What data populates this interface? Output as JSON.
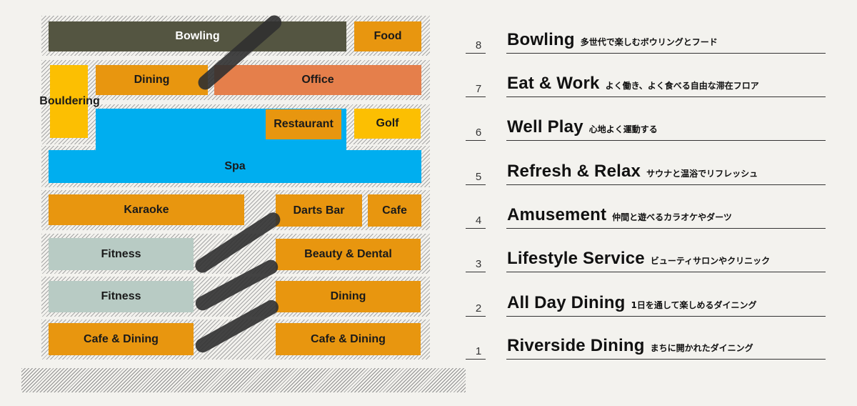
{
  "building": {
    "rooms": {
      "bowling": "Bowling",
      "food": "Food",
      "dining_7": "Dining",
      "office": "Office",
      "bouldering": "Bouldering",
      "restaurant": "Restaurant",
      "golf": "Golf",
      "spa": "Spa",
      "karaoke": "Karaoke",
      "darts_bar": "Darts Bar",
      "cafe": "Cafe",
      "fitness_3": "Fitness",
      "beauty_dental": "Beauty & Dental",
      "fitness_2": "Fitness",
      "dining_2": "Dining",
      "cafe_dining_left": "Cafe & Dining",
      "cafe_dining_right": "Cafe & Dining"
    },
    "colors": {
      "olive": "#545541",
      "orange": "#e8960f",
      "coral": "#e57f4b",
      "yellow": "#fcbf02",
      "blue": "#00aeef",
      "sage": "#b8cbc4"
    }
  },
  "floors": [
    {
      "num": "8",
      "name": "Bowling",
      "desc": "多世代で楽しむボウリングとフード"
    },
    {
      "num": "7",
      "name": "Eat & Work",
      "desc": "よく働き、よく食べる自由な滞在フロア"
    },
    {
      "num": "6",
      "name": "Well Play",
      "desc": "心地よく運動する"
    },
    {
      "num": "5",
      "name": "Refresh & Relax",
      "desc": "サウナと温浴でリフレッシュ"
    },
    {
      "num": "4",
      "name": "Amusement",
      "desc": "仲間と遊べるカラオケやダーツ"
    },
    {
      "num": "3",
      "name": "Lifestyle Service",
      "desc": "ビューティサロンやクリニック"
    },
    {
      "num": "2",
      "name": "All Day Dining",
      "desc": "1日を通して楽しめるダイニング"
    },
    {
      "num": "1",
      "name": "Riverside Dining",
      "desc": "まちに開かれたダイニング"
    }
  ]
}
